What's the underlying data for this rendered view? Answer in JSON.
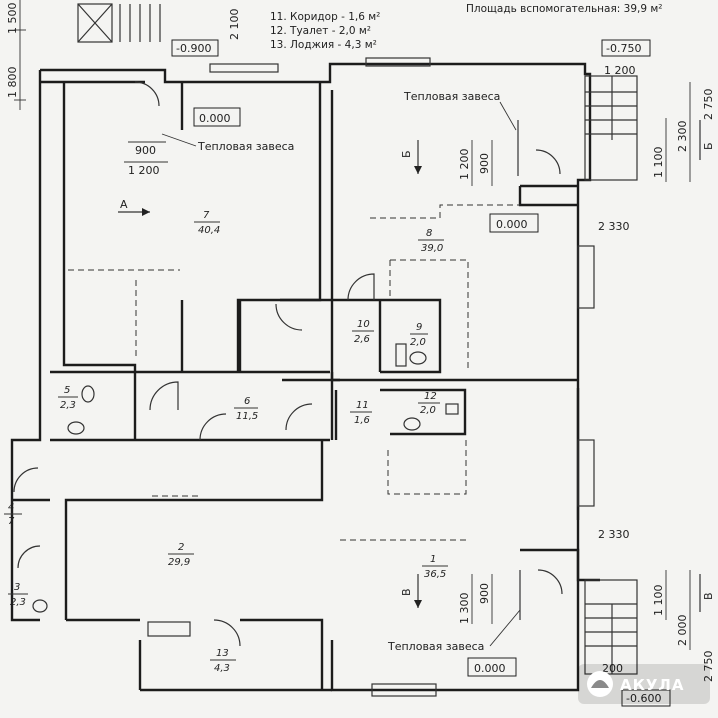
{
  "header": {
    "lines": [
      "11. Коридор - 1,6 м²",
      "12. Туалет - 2,0 м²",
      "13. Лоджия - 4,3 м²"
    ],
    "aux_area": "Площадь вспомогательная: 39,9 м²"
  },
  "levels": {
    "l_0900": "-0.900",
    "l_0750": "-0.750",
    "l_0600": "-0.600",
    "zero_a": "0.000",
    "zero_b": "0.000",
    "zero_c": "0.000"
  },
  "curtain": {
    "top_left": "Тепловая завеса",
    "top_right": "Тепловая завеса",
    "bottom": "Тепловая завеса"
  },
  "rooms": {
    "r7": {
      "num": "7",
      "area": "40,4"
    },
    "r8": {
      "num": "8",
      "area": "39,0"
    },
    "r10": {
      "num": "10",
      "area": "2,6"
    },
    "r9": {
      "num": "9",
      "area": "2,0"
    },
    "r6": {
      "num": "6",
      "area": "11,5"
    },
    "r11": {
      "num": "11",
      "area": "1,6"
    },
    "r12": {
      "num": "12",
      "area": "2,0"
    },
    "r5": {
      "num": "5",
      "area": "2,3"
    },
    "r4": {
      "num": "4",
      "area": "7"
    },
    "r2": {
      "num": "2",
      "area": "29,9"
    },
    "r1": {
      "num": "1",
      "area": "36,5"
    },
    "r3": {
      "num": "3",
      "area": "2,3"
    },
    "r13": {
      "num": "13",
      "area": "4,3"
    }
  },
  "dims": {
    "d1500": "1 500",
    "d2100": "2 100",
    "d1800": "1 800",
    "d900a": "900",
    "d1200a": "1 200",
    "d1200b": "1 200",
    "d900b": "900",
    "d1200c": "1 200",
    "d2330a": "2 330",
    "d2330b": "2 330",
    "d2300": "2 300",
    "d2750a": "2 750",
    "d1100a": "1 100",
    "d1100b": "1 100",
    "d2000": "2 000",
    "d2750b": "2 750",
    "d1300": "1 300",
    "d900c": "900",
    "d200": "200"
  },
  "sections": {
    "a": "А",
    "b1": "Б",
    "b2": "Б",
    "v1": "В",
    "v2": "В"
  },
  "watermark": {
    "text": "АКУЛА"
  }
}
